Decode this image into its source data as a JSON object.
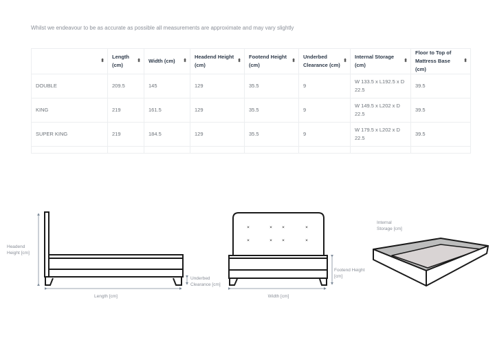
{
  "disclaimer": "Whilst we endeavour to be as accurate as possible all measurements are approximate and may vary slightly",
  "table": {
    "headers": [
      "",
      "Length (cm)",
      "Width (cm)",
      "Headend Height (cm)",
      "Footend Height (cm)",
      "Underbed Clearance (cm)",
      "Internal Storage (cm)",
      "Floor to Top of Mattress Base (cm)"
    ],
    "rows": [
      [
        "DOUBLE",
        "209.5",
        "145",
        "129",
        "35.5",
        "9",
        "W 133.5 x L192.5 x D 22.5",
        "39.5"
      ],
      [
        "KING",
        "219",
        "161.5",
        "129",
        "35.5",
        "9",
        "W 149.5 x L202 x D 22.5",
        "39.5"
      ],
      [
        "SUPER KING",
        "219",
        "184.5",
        "129",
        "35.5",
        "9",
        "W 179.5 x L202 x D 22.5",
        "39.5"
      ]
    ]
  },
  "diagrams": {
    "headend_1": "Headend",
    "headend_2": "Height [cm]",
    "underbed_1": "Underbed",
    "underbed_2": "Clearance [cm]",
    "length": "Length [cm]",
    "width": "Width [cm]",
    "footend_1": "Footend Height",
    "footend_2": "[cm]",
    "storage_1": "Internal",
    "storage_2": "Storage [cm]"
  },
  "colors": {
    "line": "#1a1a1a",
    "arrow": "#7d8a99",
    "storage_fill": "#d9d4d4",
    "storage_wall": "#bdbdbd"
  }
}
